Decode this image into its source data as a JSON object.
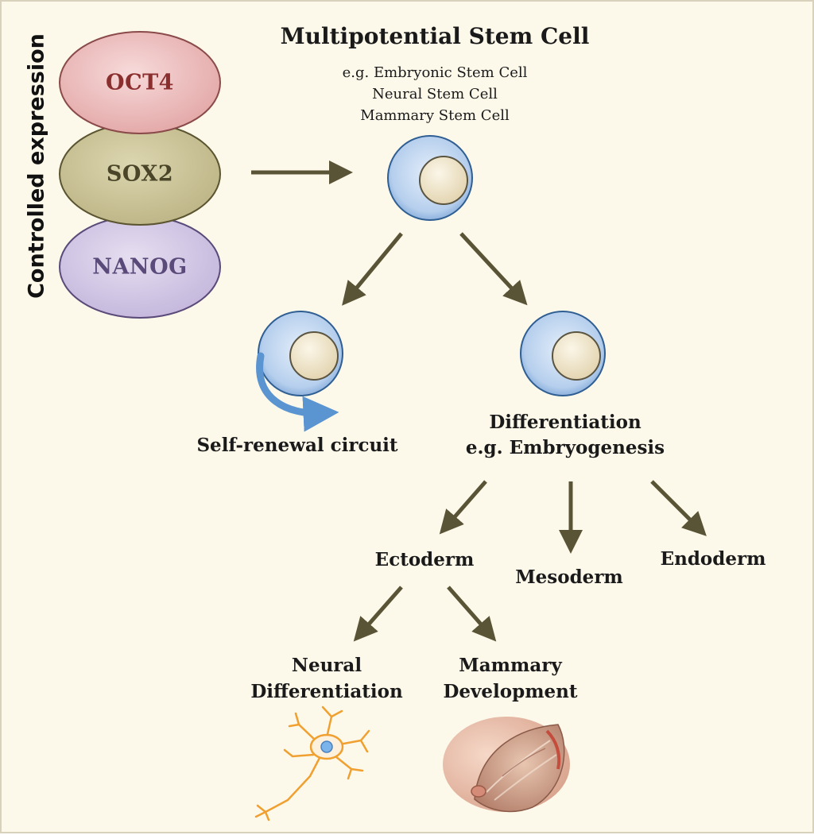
{
  "side_label": "Controlled expression",
  "factors": {
    "oct4": {
      "label": "OCT4",
      "color": "#8b2e2e"
    },
    "sox2": {
      "label": "SOX2",
      "color": "#4a4528"
    },
    "nanog": {
      "label": "NANOG",
      "color": "#5a4a7a"
    }
  },
  "stem": {
    "title": "Multipotential Stem Cell",
    "examples": [
      "e.g. Embryonic Stem Cell",
      "Neural Stem Cell",
      "Mammary Stem Cell"
    ]
  },
  "self_renewal": {
    "label": "Self-renewal circuit"
  },
  "differentiation": {
    "line1": "Differentiation",
    "line2": "e.g. Embryogenesis"
  },
  "germ_layers": {
    "ectoderm": "Ectoderm",
    "mesoderm": "Mesoderm",
    "endoderm": "Endoderm"
  },
  "neural": {
    "line1": "Neural",
    "line2": "Differentiation"
  },
  "mammary": {
    "line1": "Mammary",
    "line2": "Development"
  },
  "colors": {
    "background": "#fdf9ea",
    "arrow": "#5a5437",
    "cell_outer": "#4a82c0",
    "nucleus": "#efe3c6",
    "renewal_arrow": "#5b95d1",
    "neuron": "#f0a030"
  }
}
